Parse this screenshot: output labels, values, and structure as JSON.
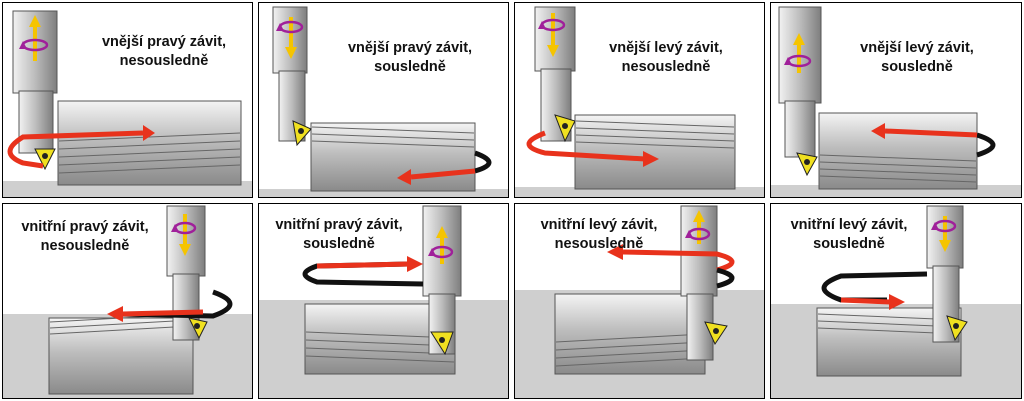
{
  "colors": {
    "arrow_red": "#e8321c",
    "arrow_black": "#111111",
    "axial_arrow": "#f5c400",
    "rotation_arrow": "#a0209a",
    "insert_yellow": "#f0e020",
    "ground": "#cfcfcf"
  },
  "panels": [
    {
      "line1": "vnější pravý závit,",
      "line2": "nesousledně"
    },
    {
      "line1": "vnější pravý závit,",
      "line2": "sousledně"
    },
    {
      "line1": "vnější levý závit,",
      "line2": "nesousledně"
    },
    {
      "line1": "vnější levý závit,",
      "line2": "sousledně"
    },
    {
      "line1": "vnitřní pravý závit,",
      "line2": "nesousledně"
    },
    {
      "line1": "vnitřní pravý závit,",
      "line2": "sousledně"
    },
    {
      "line1": "vnitřní levý závit,",
      "line2": "nesousledně"
    },
    {
      "line1": "vnitřní levý závit,",
      "line2": "sousledně"
    }
  ]
}
